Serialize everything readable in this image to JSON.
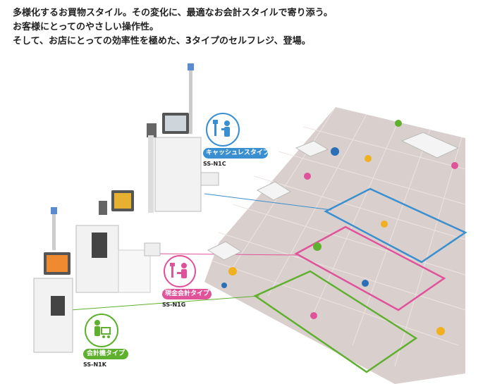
{
  "headline": {
    "line1": "多様化するお買物スタイル。その変化に、最適なお会計スタイルで寄り添う。",
    "line2": "お客様にとってのやさしい操作性。",
    "line3": "そして、お店にとっての効率性を極めた、3タイプのセルフレジ、登場。"
  },
  "products": {
    "cashless": {
      "label": "キャッシュレスタイプ",
      "model": "SS-N1C",
      "color": "#3a8fd0"
    },
    "cash": {
      "label": "現金会計タイプ",
      "model": "SS-N1G",
      "color": "#e0539a"
    },
    "machine": {
      "label": "会計機タイプ",
      "model": "SS-N1K",
      "color": "#5fb02e"
    }
  },
  "icons": {
    "cashless": "person-using-kiosk-icon",
    "cash": "person-paying-cash-icon",
    "machine": "person-with-cart-icon"
  }
}
